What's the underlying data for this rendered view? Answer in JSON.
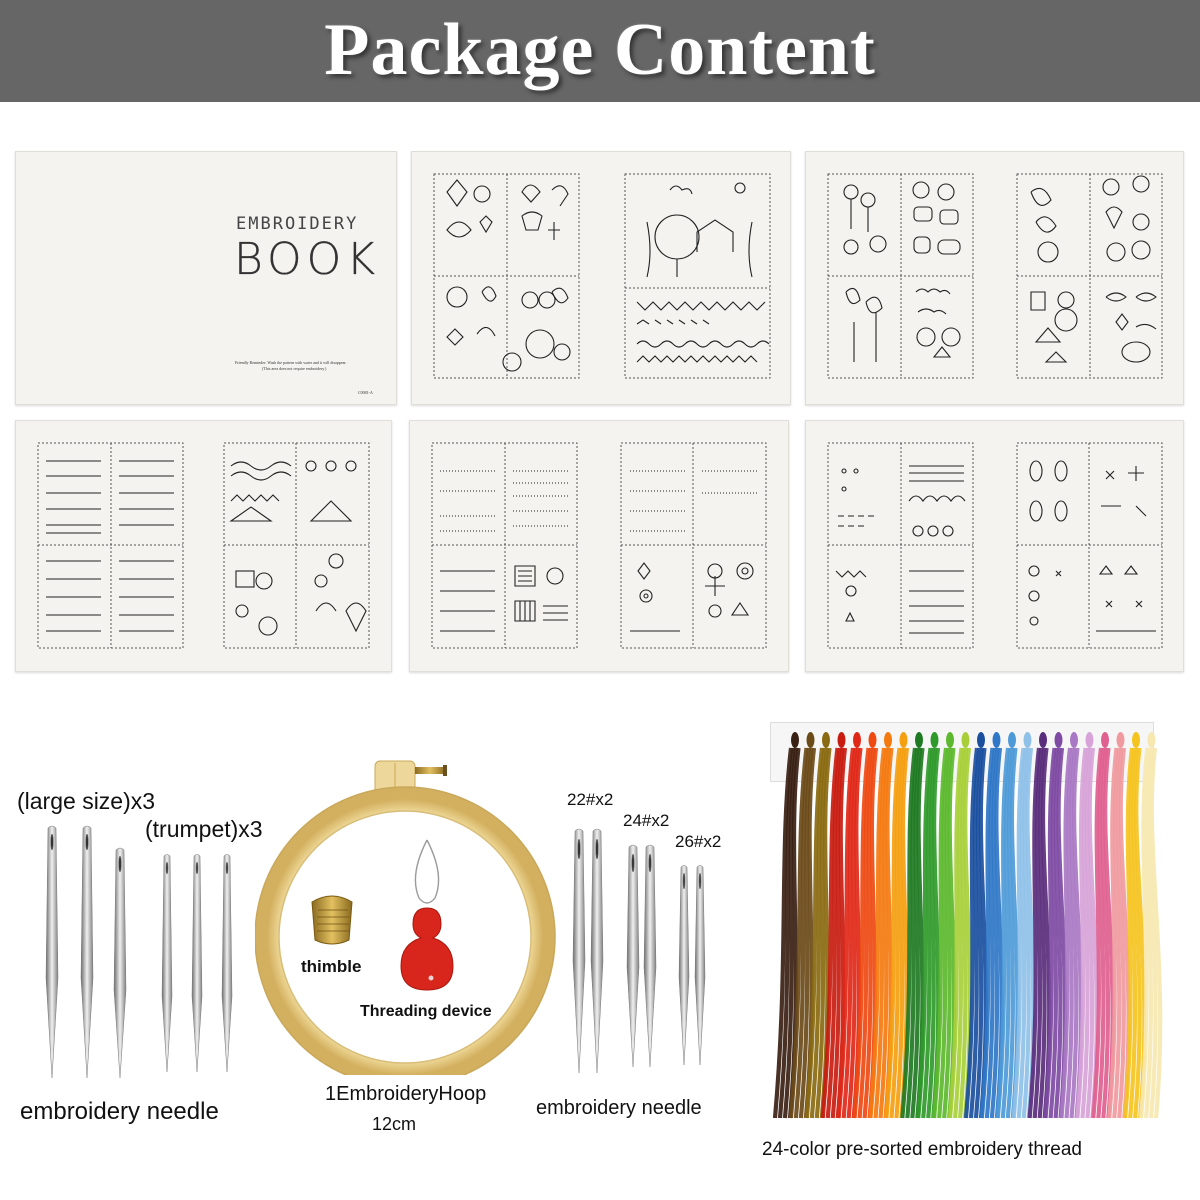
{
  "banner": {
    "title": "Package Content",
    "bg_color": "#666666"
  },
  "book": {
    "cover_title_1": "EMBROIDERY",
    "cover_title_2": "BOOK",
    "reminder_1": "Friendly Reminder: Wash the pattern with water and it will disappear.",
    "reminder_2": "(This area does not require embroidery.)",
    "code": "C0081-A"
  },
  "needles_large": {
    "label": "(large size)x3",
    "caption": "embroidery needle"
  },
  "needles_trumpet": {
    "label": "(trumpet)x3"
  },
  "hoop": {
    "caption_1": "1EmbroideryHoop",
    "caption_2": "12cm"
  },
  "thimble": {
    "label": "thimble"
  },
  "threader": {
    "label": "Threading device"
  },
  "needles_sized": {
    "size_22": "22#x2",
    "size_24": "24#x2",
    "size_26": "26#x2",
    "caption": "embroidery needle"
  },
  "thread": {
    "caption": "24-color pre-sorted embroidery thread",
    "colors": [
      "#3a1f14",
      "#6b4a18",
      "#8a6a10",
      "#c81c10",
      "#e02818",
      "#ee4a12",
      "#f47a10",
      "#f4a010",
      "#1e7a22",
      "#2f9a2a",
      "#5cb82e",
      "#a8cf3a",
      "#1a4f9e",
      "#2f77c7",
      "#4e9ad8",
      "#8fc0e8",
      "#5a2d7c",
      "#7e4aa3",
      "#a978c4",
      "#d7a3d8",
      "#e0608f",
      "#f09aa0",
      "#f5c320",
      "#f6e8b0"
    ]
  }
}
